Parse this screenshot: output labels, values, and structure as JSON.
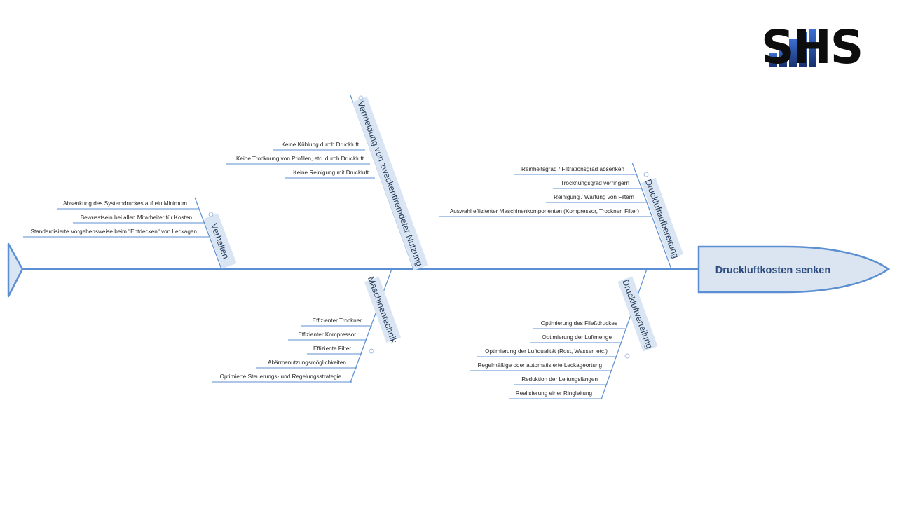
{
  "logo": {
    "text": "SHS"
  },
  "colors": {
    "line": "#5b8fd1",
    "box_fill": "#dae5f3",
    "head_fill": "#dbe5f2",
    "head_text": "#2b4a7d",
    "logo_bars": "#1f3f82"
  },
  "diagram": {
    "head": "Druckluftkosten senken",
    "categories": [
      {
        "id": "verhalten",
        "label": "Verhalten",
        "items": [
          "Absenkung des Systemdruckes auf ein Minimum",
          "Bewusstsein bei allen Mitarbeiter für Kosten",
          "Standardisierte Vorgehensweise beim \"Entdecken\" von Leckagen"
        ]
      },
      {
        "id": "vermeidung",
        "label": "Vermeidung von zweckentfremdeter Nutzung",
        "items": [
          "Keine Kühlung durch Druckluft",
          "Keine Trocknung von Profilen, etc. durch Druckluft",
          "Keine Reinigung mit Druckluft"
        ]
      },
      {
        "id": "aufbereitung",
        "label": "Druckluftaufbereitung",
        "items": [
          "Reinheitsgrad / Filtrationsgrad absenken",
          "Trocknungsgrad verringern",
          "Reinigung / Wartung von Filtern",
          "Auswahl effizienter Maschinenkomponenten (Kompressor, Trockner, Filter)"
        ]
      },
      {
        "id": "maschinentechnik",
        "label": "Maschinentechnik",
        "items": [
          "Effizienter Trockner",
          "Effizienter Kompressor",
          "Effiziente Filter",
          "Abärmenutzungsmöglichkeiten",
          "Optimierte Steuerungs- und Regelungsstrategie"
        ]
      },
      {
        "id": "verteilung",
        "label": "Druckluftverteilung",
        "items": [
          "Optimierung des Fließdruckes",
          "Optimierung der Luftmenge",
          "Optimierung der Luftqualität (Rost, Wasser, etc.)",
          "Regelmäßige oder automatisierte Leckageortung",
          "Reduktion der Leitungslängen",
          "Realisierung einer Ringleitung"
        ]
      }
    ]
  }
}
